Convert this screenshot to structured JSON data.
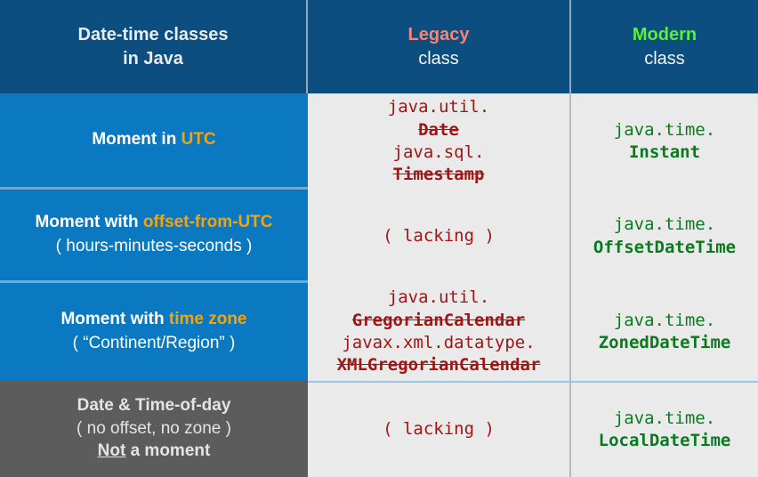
{
  "header": {
    "label_line1": "Date-time classes",
    "label_line2": "in Java",
    "legacy_keyword": "Legacy",
    "legacy_sub": "class",
    "modern_keyword": "Modern",
    "modern_sub": "class"
  },
  "colors": {
    "header_bg": "#0b4e7f",
    "label_bg": "#0b79c2",
    "label_bg_gray": "#5c5c5c",
    "code_bg": "#eaeaea",
    "legacy_text": "#a31414",
    "modern_text": "#0a7a1e",
    "legacy_accent": "#f98374",
    "modern_accent": "#5cee3c",
    "label_accent": "#f5a30b",
    "divider_blue": "#6fa9d4",
    "divider_gray": "#b9b9b9"
  },
  "rows": [
    {
      "label_prefix": "Moment in ",
      "label_accent": "UTC",
      "label_sub": "",
      "legacy": [
        {
          "pkg": "java.util.",
          "cls": "Date"
        },
        {
          "pkg": "java.sql.",
          "cls": "Timestamp"
        }
      ],
      "legacy_lacking": "",
      "modern_pkg": "java.time.",
      "modern_cls": "Instant"
    },
    {
      "label_prefix": "Moment with ",
      "label_accent": "offset-from-UTC",
      "label_sub": "( hours-minutes-seconds )",
      "legacy": [],
      "legacy_lacking": "( lacking )",
      "modern_pkg": "java.time.",
      "modern_cls": "OffsetDateTime"
    },
    {
      "label_prefix": "Moment with ",
      "label_accent": "time zone",
      "label_sub": "( “Continent/Region” )",
      "legacy": [
        {
          "pkg": "java.util.",
          "cls": "GregorianCalendar"
        },
        {
          "pkg": "javax.xml.datatype.",
          "cls": "XMLGregorianCalendar"
        }
      ],
      "legacy_lacking": "",
      "modern_pkg": "java.time.",
      "modern_cls": "ZonedDateTime"
    },
    {
      "label_line1": "Date & Time-of-day",
      "label_line2": "( no offset, no zone )",
      "label_line3_emph": "Not",
      "label_line3_rest": " a moment",
      "legacy": [],
      "legacy_lacking": "( lacking )",
      "modern_pkg": "java.time.",
      "modern_cls": "LocalDateTime"
    }
  ]
}
